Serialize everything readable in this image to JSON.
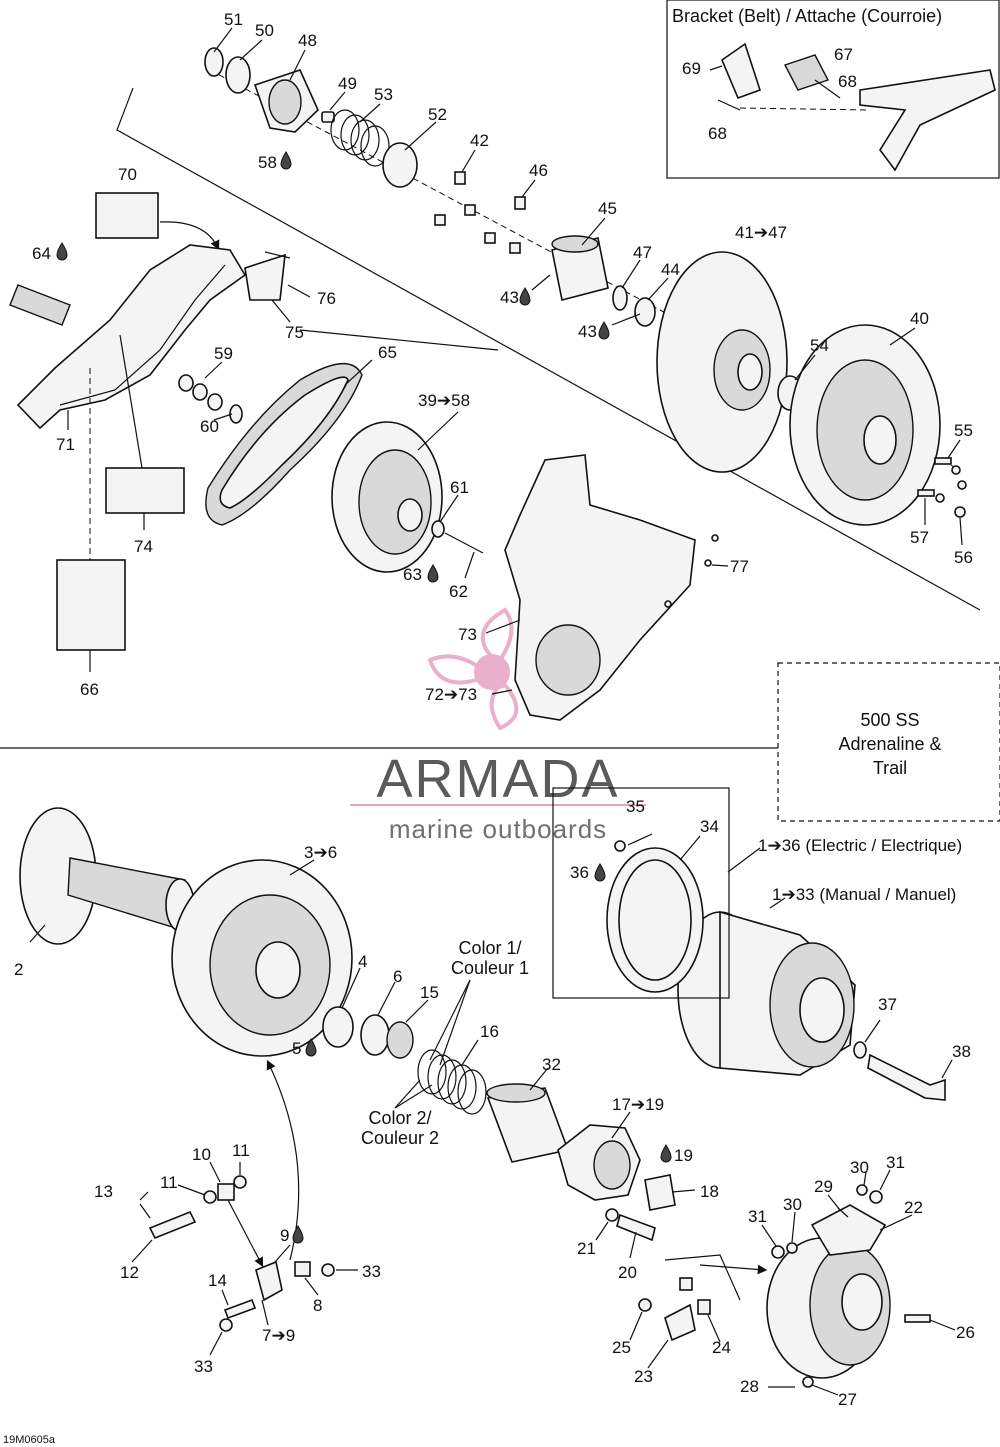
{
  "bracket_box": {
    "title": "Bracket (Belt) / Attache (Courroie)"
  },
  "model_box": {
    "line1": "500 SS",
    "line2": "Adrenaline &",
    "line3": "Trail"
  },
  "watermark": {
    "brand": "ARMADA",
    "tagline": "marine outboards",
    "accent": "#e7a3c3"
  },
  "kit_labels": {
    "electric": "1➔36 (Electric / Electrique)",
    "manual": "1➔33 (Manual / Manuel)"
  },
  "color_labels": {
    "color1_line1": "Color 1/",
    "color1_line2": "Couleur 1",
    "color2_line1": "Color 2/",
    "color2_line2": "Couleur 2"
  },
  "diagram_code": "19M0605a",
  "callouts": {
    "c51": "51",
    "c50": "50",
    "c48": "48",
    "c49": "49",
    "c53": "53",
    "c52": "52",
    "c42": "42",
    "c46": "46",
    "c45": "45",
    "c47": "47",
    "c44": "44",
    "c41_47": "41➔47",
    "c40": "40",
    "c54": "54",
    "c55": "55",
    "c57": "57",
    "c56": "56",
    "c58": "58",
    "c43a": "43",
    "c43b": "43",
    "c70": "70",
    "c64": "64",
    "c76": "76",
    "c75": "75",
    "c59": "59",
    "c60": "60",
    "c65": "65",
    "c39_58": "39➔58",
    "c71": "71",
    "c74": "74",
    "c61": "61",
    "c63": "63",
    "c62": "62",
    "c77": "77",
    "c73": "73",
    "c72_73": "72➔73",
    "c66": "66",
    "c69": "69",
    "c67": "67",
    "c68a": "68",
    "c68b": "68",
    "c2": "2",
    "c3_6": "3➔6",
    "c4": "4",
    "c6": "6",
    "c5": "5",
    "c15": "15",
    "c16": "16",
    "c32": "32",
    "c35": "35",
    "c34": "34",
    "c36": "36",
    "c37": "37",
    "c38": "38",
    "c17_19": "17➔19",
    "c19": "19",
    "c18": "18",
    "c21": "21",
    "c20": "20",
    "c10": "10",
    "c11a": "11",
    "c11b": "11",
    "c13": "13",
    "c12": "12",
    "c9": "9",
    "c14": "14",
    "c8": "8",
    "c33a": "33",
    "c7_9": "7➔9",
    "c33b": "33",
    "c29": "29",
    "c30a": "30",
    "c31a": "31",
    "c31b": "31",
    "c30b": "30",
    "c22": "22",
    "c26": "26",
    "c25": "25",
    "c24": "24",
    "c23": "23",
    "c28": "28",
    "c27": "27"
  }
}
